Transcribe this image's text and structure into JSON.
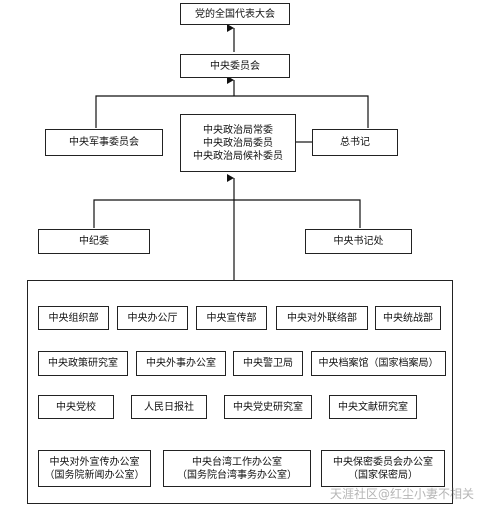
{
  "diagram": {
    "top": {
      "congress": "党的全国代表大会",
      "central_committee": "中央委员会"
    },
    "middle": {
      "politburo_lines": [
        "中央政治局常委",
        "中央政治局委员",
        "中央政治局候补委员"
      ],
      "military_commission": "中央军事委员会",
      "general_secretary": "总书记",
      "discipline_commission": "中纪委",
      "secretariat": "中央书记处"
    },
    "departments": {
      "row1": [
        "中央组织部",
        "中央办公厅",
        "中央宣传部",
        "中央对外联络部",
        "中央统战部"
      ],
      "row2": [
        "中央政策研究室",
        "中央外事办公室",
        "中央警卫局",
        "中央档案馆（国家档案局）"
      ],
      "row3": [
        "中央党校",
        "人民日报社",
        "中央党史研究室",
        "中央文献研究室"
      ],
      "row4": [
        [
          "中央对外宣传办公室",
          "（国务院新闻办公室）"
        ],
        [
          "中央台湾工作办公室",
          "（国务院台湾事务办公室）"
        ],
        [
          "中央保密委员会办公室",
          "（国家保密局）"
        ]
      ]
    }
  },
  "watermark": "天涯社区@红尘小妻不相关"
}
